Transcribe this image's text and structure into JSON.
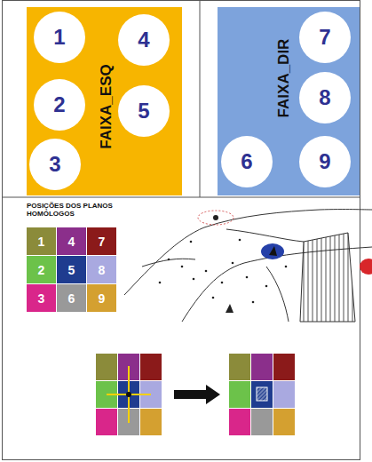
{
  "diagram": {
    "nodes": [
      {
        "text": [
          "FAIXA_ESQ"
        ]
      },
      {
        "text": [
          "1"
        ],
        "in": 0
      },
      {
        "text": [
          "4"
        ],
        "in": 0
      },
      {
        "text": [
          "2"
        ],
        "in": 0
      },
      {
        "text": [
          "5"
        ],
        "in": 0
      },
      {
        "text": [
          "3"
        ],
        "in": 0
      },
      {
        "text": [
          "FAIXA_DIR"
        ]
      },
      {
        "text": [
          "7"
        ],
        "in": 6
      },
      {
        "text": [
          "8"
        ],
        "in": 6
      },
      {
        "text": [
          "6"
        ],
        "in": 6
      },
      {
        "text": [
          "9"
        ],
        "in": 6
      },
      {
        "text": [
          "1"
        ]
      },
      {
        "text": [
          "4"
        ]
      },
      {
        "text": [
          "7"
        ]
      },
      {
        "text": [
          "2"
        ]
      },
      {
        "text": [
          "5"
        ]
      },
      {
        "text": [
          "8"
        ]
      },
      {
        "text": [
          "3"
        ]
      },
      {
        "text": [
          "6"
        ]
      },
      {
        "text": [
          "9"
        ]
      }
    ],
    "labels": [
      "POSIÇÕES DOS PLANOS HOMÓLOGOS"
    ]
  }
}
